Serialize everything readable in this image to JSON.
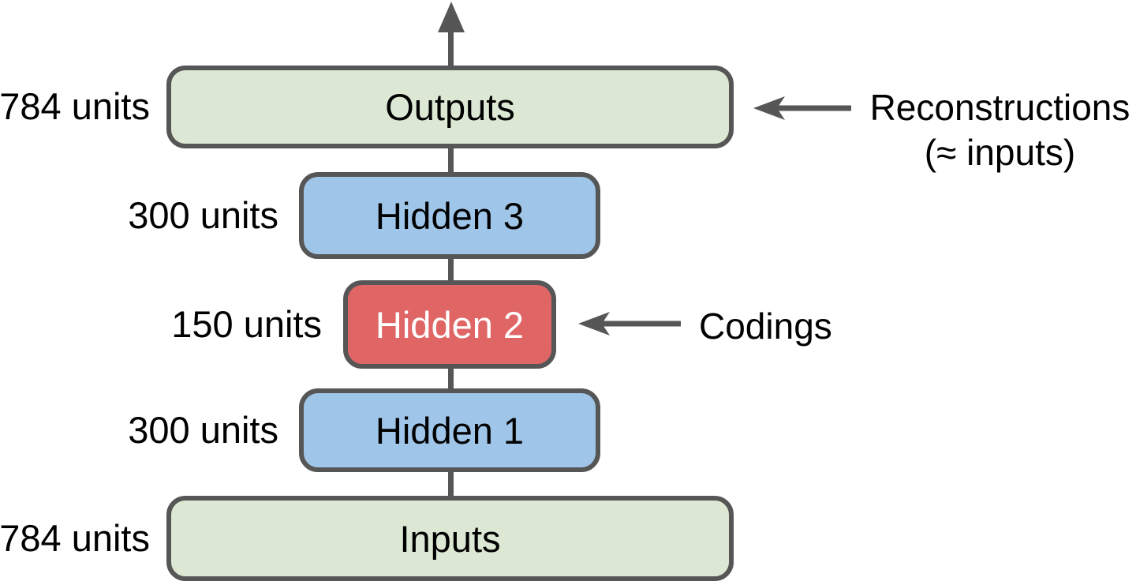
{
  "figure": {
    "background_color": "#ffffff",
    "stroke_color": "#565656",
    "text_color": "#000000",
    "layers": [
      {
        "name": "outputs",
        "label": "Outputs",
        "units": "784 units",
        "fill": "#dce8d3",
        "label_color": "#000000"
      },
      {
        "name": "hidden3",
        "label": "Hidden 3",
        "units": "300 units",
        "fill": "#9fc5e8",
        "label_color": "#000000"
      },
      {
        "name": "hidden2",
        "label": "Hidden 2",
        "units": "150 units",
        "fill": "#e06666",
        "label_color": "#ffffff"
      },
      {
        "name": "hidden1",
        "label": "Hidden 1",
        "units": "300 units",
        "fill": "#9fc5e8",
        "label_color": "#000000"
      },
      {
        "name": "inputs",
        "label": "Inputs",
        "units": "784 units",
        "fill": "#dce8d3",
        "label_color": "#000000"
      }
    ],
    "annotations": {
      "reconstructions": {
        "target": "outputs",
        "line1": "Reconstructions",
        "line2": "(≈ inputs)"
      },
      "codings": {
        "target": "hidden2",
        "label": "Codings"
      }
    }
  }
}
